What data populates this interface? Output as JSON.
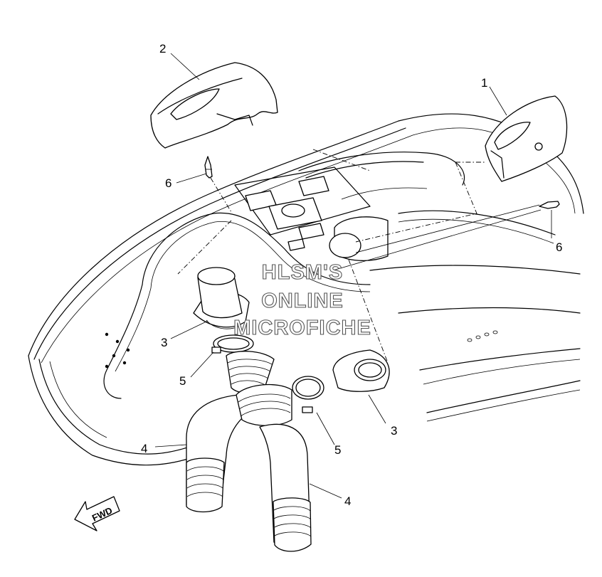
{
  "diagram": {
    "callouts": [
      {
        "id": "c1",
        "text": "1"
      },
      {
        "id": "c2",
        "text": "2"
      },
      {
        "id": "c3a",
        "text": "3"
      },
      {
        "id": "c3b",
        "text": "3"
      },
      {
        "id": "c4a",
        "text": "4"
      },
      {
        "id": "c4b",
        "text": "4"
      },
      {
        "id": "c5a",
        "text": "5"
      },
      {
        "id": "c5b",
        "text": "5"
      },
      {
        "id": "c6a",
        "text": "6"
      },
      {
        "id": "c6b",
        "text": "6"
      }
    ],
    "watermark": [
      "HLSM'S",
      "ONLINE",
      "MICROFICHE"
    ],
    "direction_label": "FWD"
  }
}
